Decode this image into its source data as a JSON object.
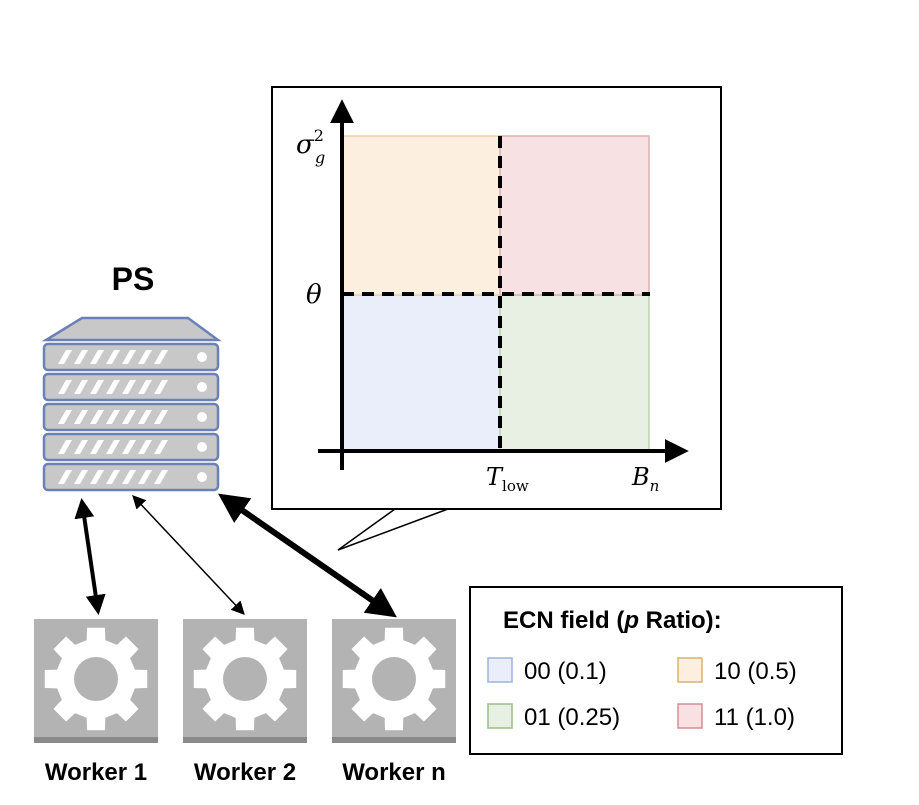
{
  "ps": {
    "label": "PS"
  },
  "workers": [
    {
      "label": "Worker 1"
    },
    {
      "label": "Worker 2"
    },
    {
      "label": "Worker n"
    }
  ],
  "inset_chart": {
    "y_axis_label": "σ",
    "y_axis_label_sup": "2",
    "y_axis_label_sub": "g",
    "y_threshold_label": "θ",
    "x_threshold_label": "T",
    "x_threshold_label_sub": "low",
    "x_axis_label": "B",
    "x_axis_label_sub": "n",
    "regions": [
      {
        "code": "00",
        "color": "#e9eefa",
        "stroke": "#c7d4f0"
      },
      {
        "code": "01",
        "color": "#e8f0e4",
        "stroke": "#b9d4ae"
      },
      {
        "code": "10",
        "color": "#fcefe0",
        "stroke": "#ead2a6"
      },
      {
        "code": "11",
        "color": "#f8e1e2",
        "stroke": "#ddb0b3"
      }
    ]
  },
  "legend": {
    "title_prefix": "ECN field (",
    "title_symbol": "p",
    "title_suffix": " Ratio):",
    "items": [
      {
        "label": "00 (0.1)",
        "fill": "#e9eefa",
        "stroke": "#9fb3e0"
      },
      {
        "label": "10 (0.5)",
        "fill": "#fcefe0",
        "stroke": "#d9b46c"
      },
      {
        "label": "01 (0.25)",
        "fill": "#e8f0e4",
        "stroke": "#98bd8a"
      },
      {
        "label": "11 (1.0)",
        "fill": "#f8e1e2",
        "stroke": "#cf8f94"
      }
    ]
  },
  "colors": {
    "server_body": "#c8c8c8",
    "server_stroke": "#6c80b8",
    "gear_bg": "#b3b3b3",
    "gear": "#ffffff"
  }
}
